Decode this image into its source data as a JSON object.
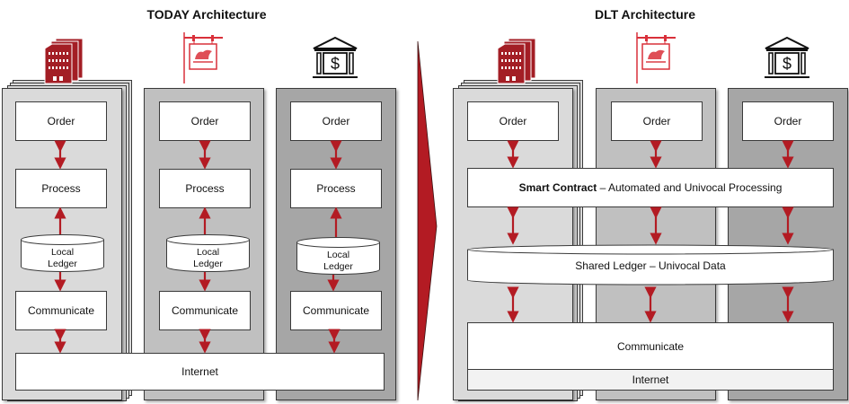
{
  "today": {
    "title": "TODAY Architecture",
    "columns": [
      {
        "icon": "office-buildings-icon",
        "order": "Order",
        "process": "Process",
        "ledger_line1": "Local",
        "ledger_line2": "Ledger",
        "communicate": "Communicate"
      },
      {
        "icon": "generali-sign-icon",
        "order": "Order",
        "process": "Process",
        "ledger_line1": "Local",
        "ledger_line2": "Ledger",
        "communicate": "Communicate"
      },
      {
        "icon": "bank-dollar-icon",
        "order": "Order",
        "process": "Process",
        "ledger_line1": "Local",
        "ledger_line2": "Ledger",
        "communicate": "Communicate"
      }
    ],
    "internet": "Internet"
  },
  "dlt": {
    "title": "DLT Architecture",
    "columns": [
      {
        "icon": "office-buildings-icon",
        "order": "Order"
      },
      {
        "icon": "generali-sign-icon",
        "order": "Order"
      },
      {
        "icon": "bank-dollar-icon",
        "order": "Order"
      }
    ],
    "smart_contract_bold": "Smart Contract",
    "smart_contract_rest": " – Automated and Univocal Processing",
    "shared_ledger": "Shared Ledger – Univocal Data",
    "communicate": "Communicate",
    "internet": "Internet"
  },
  "colors": {
    "accent": "#b31b23",
    "panel_light": "#dadada",
    "panel_mid": "#c0c0c0",
    "panel_dark": "#a6a6a6"
  }
}
